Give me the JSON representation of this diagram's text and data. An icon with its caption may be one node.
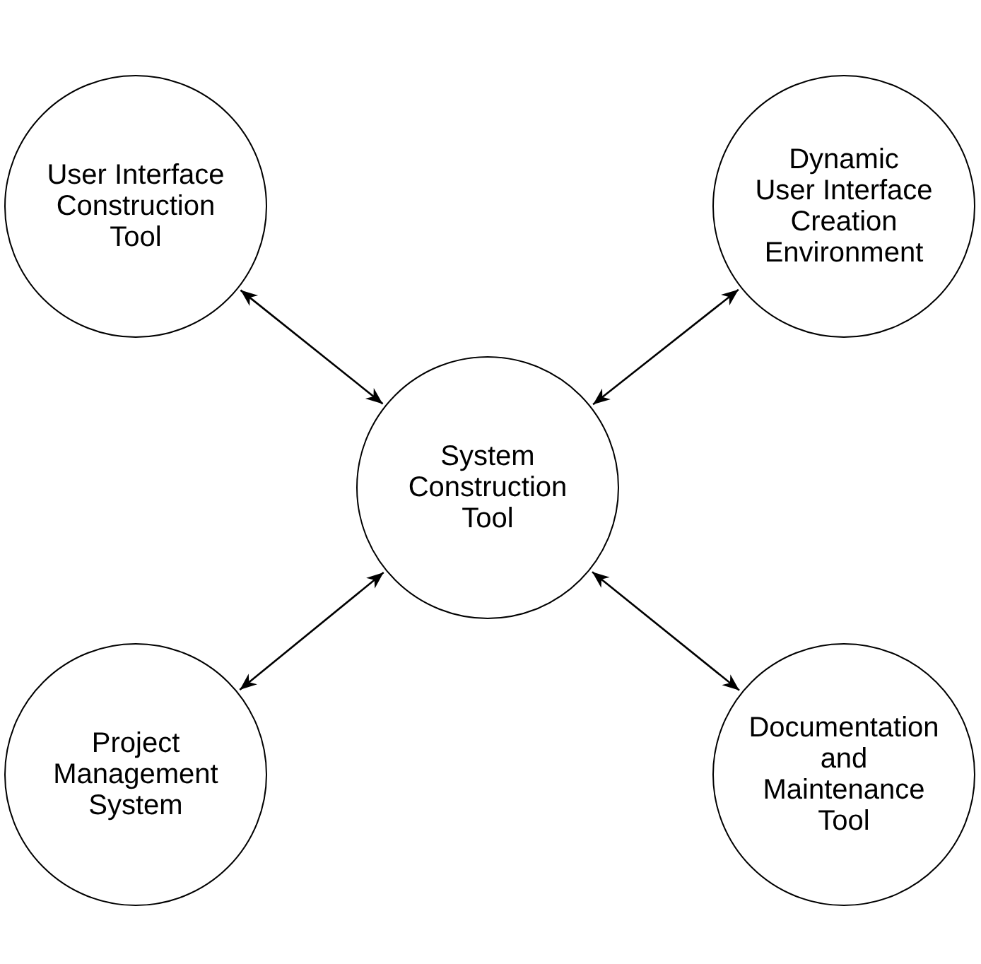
{
  "diagram": {
    "nodes": [
      {
        "text": [
          "User Interface Construction Tool"
        ]
      },
      {
        "text": [
          "Dynamic User Interface Creation Environment"
        ]
      },
      {
        "text": [
          "System Construction Tool"
        ]
      },
      {
        "text": [
          "Project Management System"
        ]
      },
      {
        "text": [
          "Documentation and Maintenance Tool"
        ]
      }
    ],
    "edges": [
      {
        "from": 0,
        "to": 2,
        "arrow": "both"
      },
      {
        "from": 1,
        "to": 2,
        "arrow": "both"
      },
      {
        "from": 3,
        "to": 2,
        "arrow": "both"
      },
      {
        "from": 4,
        "to": 2,
        "arrow": "both"
      }
    ]
  }
}
